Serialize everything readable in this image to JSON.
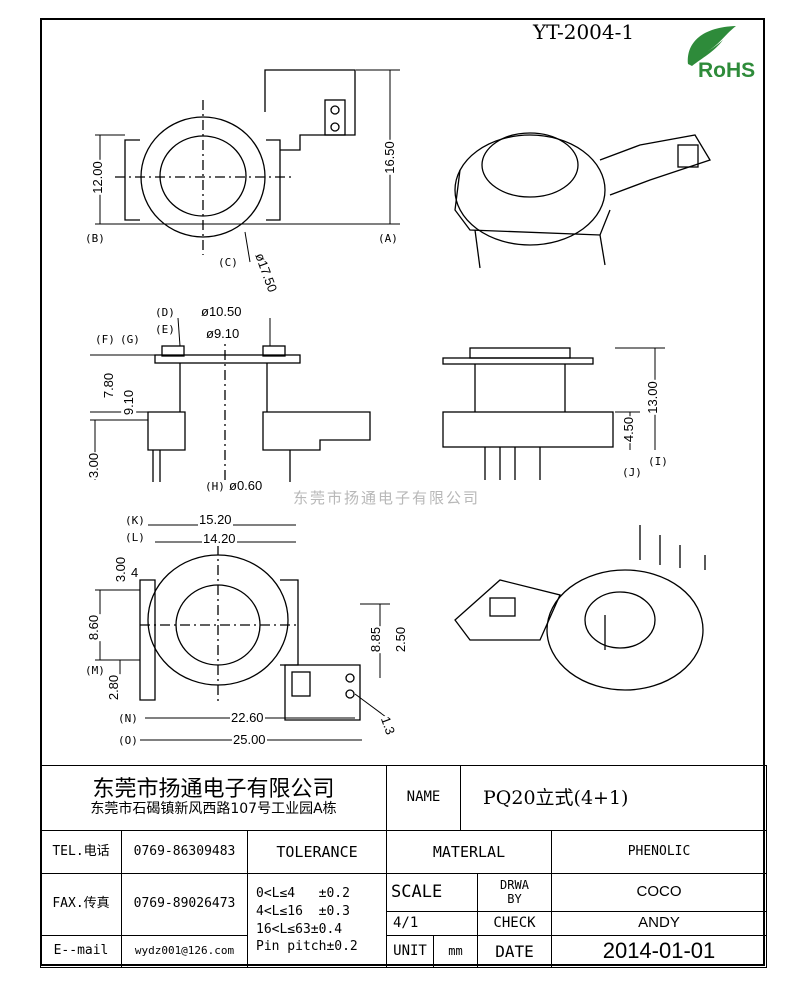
{
  "document_number": "YT-2004-1",
  "logo_text": "RoHS",
  "watermark": "东莞市扬通电子有限公司",
  "views": {
    "top": {
      "dim_height_a": "16.50",
      "dim_height_b": "12.00",
      "dim_diameter": "ø17.50",
      "ref_a": "(A)",
      "ref_b": "(B)",
      "ref_c": "(C)"
    },
    "side": {
      "dim_d": "ø10.50",
      "dim_e": "ø9.10",
      "ref_d": "(D)",
      "ref_e": "(E)",
      "ref_f": "(F)",
      "ref_g": "(G)",
      "ref_h": "(H)",
      "dim_pin": "ø0.60",
      "dim_780": "7.80",
      "dim_910": "9.10",
      "dim_300": "3.00"
    },
    "front": {
      "dim_13": "13.00",
      "dim_45": "4.50",
      "ref_i": "(I)",
      "ref_j": "(J)"
    },
    "bottom": {
      "ref_k": "(K)",
      "ref_l": "(L)",
      "ref_m": "(M)",
      "ref_n": "(N)",
      "ref_o": "(O)",
      "dim_k": "15.20",
      "dim_l": "14.20",
      "dim_300": "3.00",
      "dim_860": "8.60",
      "dim_280": "2.80",
      "dim_885": "8.85",
      "dim_250": "2.50",
      "dim_n": "22.60",
      "dim_o": "25.00",
      "dim_hole": "1.3",
      "pin_no": "4"
    }
  },
  "title_block": {
    "company": "东莞市扬通电子有限公司",
    "address": "东莞市石碣镇新风西路107号工业园A栋",
    "name_label": "NAME",
    "name_value": "PQ20立式(4+1)",
    "tel_label": "TEL.电话",
    "tel_value": "0769-86309483",
    "fax_label": "FAX.传真",
    "fax_value": "0769-89026473",
    "email_label": "E--mail",
    "email_value": "wydz001@126.com",
    "tolerance_label": "TOLERANCE",
    "tolerances": [
      "0<L≤4   ±0.2",
      "4<L≤16  ±0.3",
      "16<L≤63±0.4",
      "Pin pitch±0.2"
    ],
    "material_label": "MATERLAL",
    "material_value": "PHENOLIC",
    "scale_label": "SCALE",
    "scale_value": "4/1",
    "drawn_label": "DRWA BY",
    "drawn_value": "COCO",
    "check_label": "CHECK",
    "check_value": "ANDY",
    "unit_label": "UNIT",
    "unit_value": "mm",
    "date_label": "DATE",
    "date_value": "2014-01-01"
  }
}
